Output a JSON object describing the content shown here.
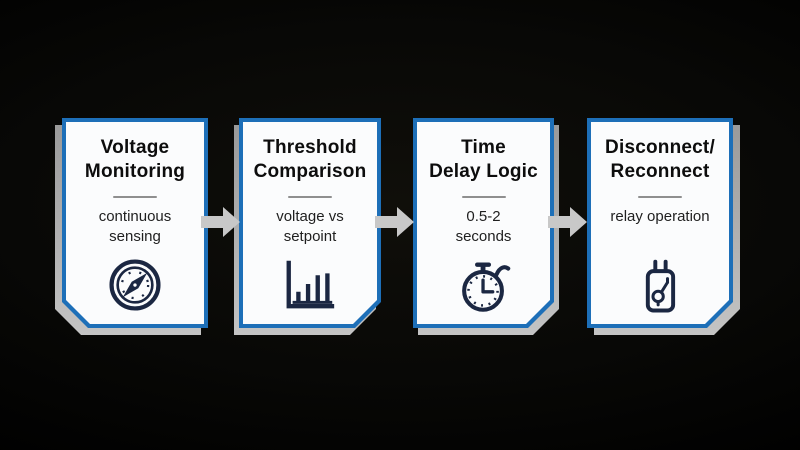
{
  "colors": {
    "accent-blue": "#1d6fb8",
    "icon-navy": "#1b2742",
    "arrow-gray": "#c8c8c8",
    "shadow-gray": "#b3b3b3",
    "card-white": "#fbfcfd",
    "title-black": "#0d0d0d",
    "subtitle-black": "#1f1f1f",
    "divider-gray": "#8f8f8f"
  },
  "steps": [
    {
      "title": "Voltage\nMonitoring",
      "subtitle": "continuous\nsensing",
      "icon": "gauge-icon"
    },
    {
      "title": "Threshold\nComparison",
      "subtitle": "voltage vs\nsetpoint",
      "icon": "bar-chart-icon"
    },
    {
      "title": "Time\nDelay Logic",
      "subtitle": "0.5-2\nseconds",
      "icon": "stopwatch-icon"
    },
    {
      "title": "Disconnect/\nReconnect",
      "subtitle": "relay operation",
      "icon": "relay-icon"
    }
  ]
}
